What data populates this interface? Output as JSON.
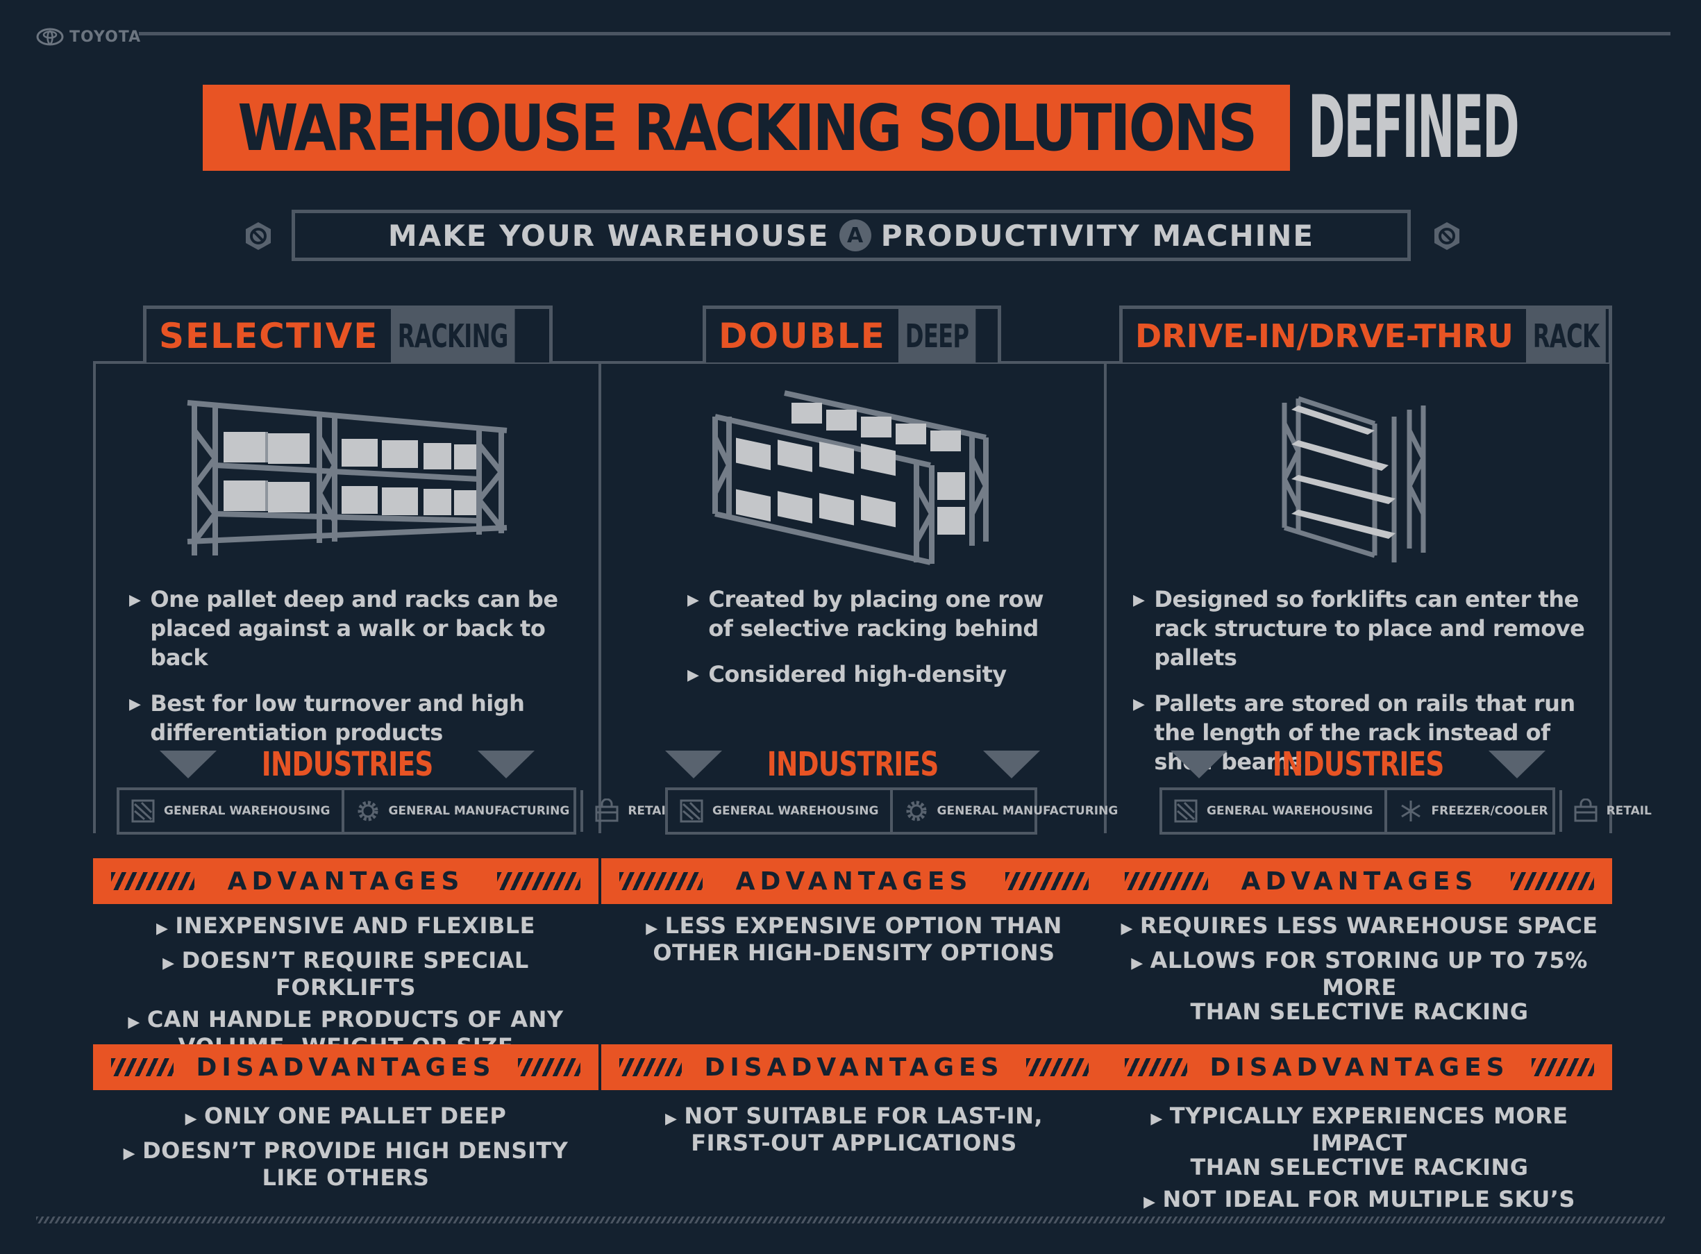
{
  "brand": {
    "name": "TOYOTA"
  },
  "title": {
    "main": "WAREHOUSE RACKING SOLUTIONS",
    "suffix": "DEFINED"
  },
  "subtitle": {
    "before": "MAKE YOUR WAREHOUSE",
    "badge": "A",
    "after": "PRODUCTIVITY MACHINE"
  },
  "colors": {
    "background": "#14212f",
    "accent": "#e85424",
    "gray": "#4e5864",
    "text": "#c6c8cb"
  },
  "columns": [
    {
      "title": "SELECTIVE",
      "title_suffix": "RACKING",
      "bullets": [
        "One pallet deep and racks can be placed against a walk or back to back",
        "Best for low turnover and high differentiation products"
      ],
      "industries_label": "INDUSTRIES",
      "industries": [
        {
          "icon": "warehouse-icon",
          "label": "GENERAL WAREHOUSING"
        },
        {
          "icon": "gear-icon",
          "label": "GENERAL MANUFACTURING"
        },
        {
          "icon": "retail-icon",
          "label": "RETAIL"
        }
      ],
      "advantages_label": "ADVANTAGES",
      "advantages": [
        "INEXPENSIVE AND FLEXIBLE",
        "DOESN’T REQUIRE SPECIAL FORKLIFTS",
        "CAN HANDLE PRODUCTS OF ANY",
        "VOLUME, WEIGHT OR SIZE"
      ],
      "disadvantages_label": "DISADVANTAGES",
      "disadvantages": [
        "ONLY ONE PALLET DEEP",
        "DOESN’T PROVIDE HIGH DENSITY",
        "LIKE OTHERS"
      ]
    },
    {
      "title": "DOUBLE",
      "title_suffix": "DEEP",
      "bullets": [
        "Created by placing one row of selective racking behind",
        "Considered high-density"
      ],
      "industries_label": "INDUSTRIES",
      "industries": [
        {
          "icon": "warehouse-icon",
          "label": "GENERAL WAREHOUSING"
        },
        {
          "icon": "gear-icon",
          "label": "GENERAL MANUFACTURING"
        }
      ],
      "advantages_label": "ADVANTAGES",
      "advantages": [
        "LESS EXPENSIVE OPTION THAN",
        "OTHER HIGH-DENSITY OPTIONS"
      ],
      "disadvantages_label": "DISADVANTAGES",
      "disadvantages": [
        "NOT SUITABLE FOR LAST-IN,",
        "FIRST-OUT APPLICATIONS"
      ]
    },
    {
      "title": "DRIVE-IN/DRVE-THRU",
      "title_suffix": "RACK",
      "bullets": [
        "Designed so forklifts can enter the rack structure to place and remove pallets",
        "Pallets are stored on rails that run the length of the rack instead of shelf beams"
      ],
      "industries_label": "INDUSTRIES",
      "industries": [
        {
          "icon": "warehouse-icon",
          "label": "GENERAL WAREHOUSING"
        },
        {
          "icon": "snowflake-icon",
          "label": "FREEZER/COOLER"
        },
        {
          "icon": "retail-icon",
          "label": "RETAIL"
        }
      ],
      "advantages_label": "ADVANTAGES",
      "advantages": [
        "REQUIRES LESS WAREHOUSE SPACE",
        "ALLOWS FOR STORING UP TO 75% MORE",
        "THAN SELECTIVE RACKING"
      ],
      "disadvantages_label": "DISADVANTAGES",
      "disadvantages": [
        "TYPICALLY EXPERIENCES MORE IMPACT",
        "THAN SELECTIVE RACKING",
        "NOT IDEAL FOR MULTIPLE SKU’S"
      ]
    }
  ]
}
